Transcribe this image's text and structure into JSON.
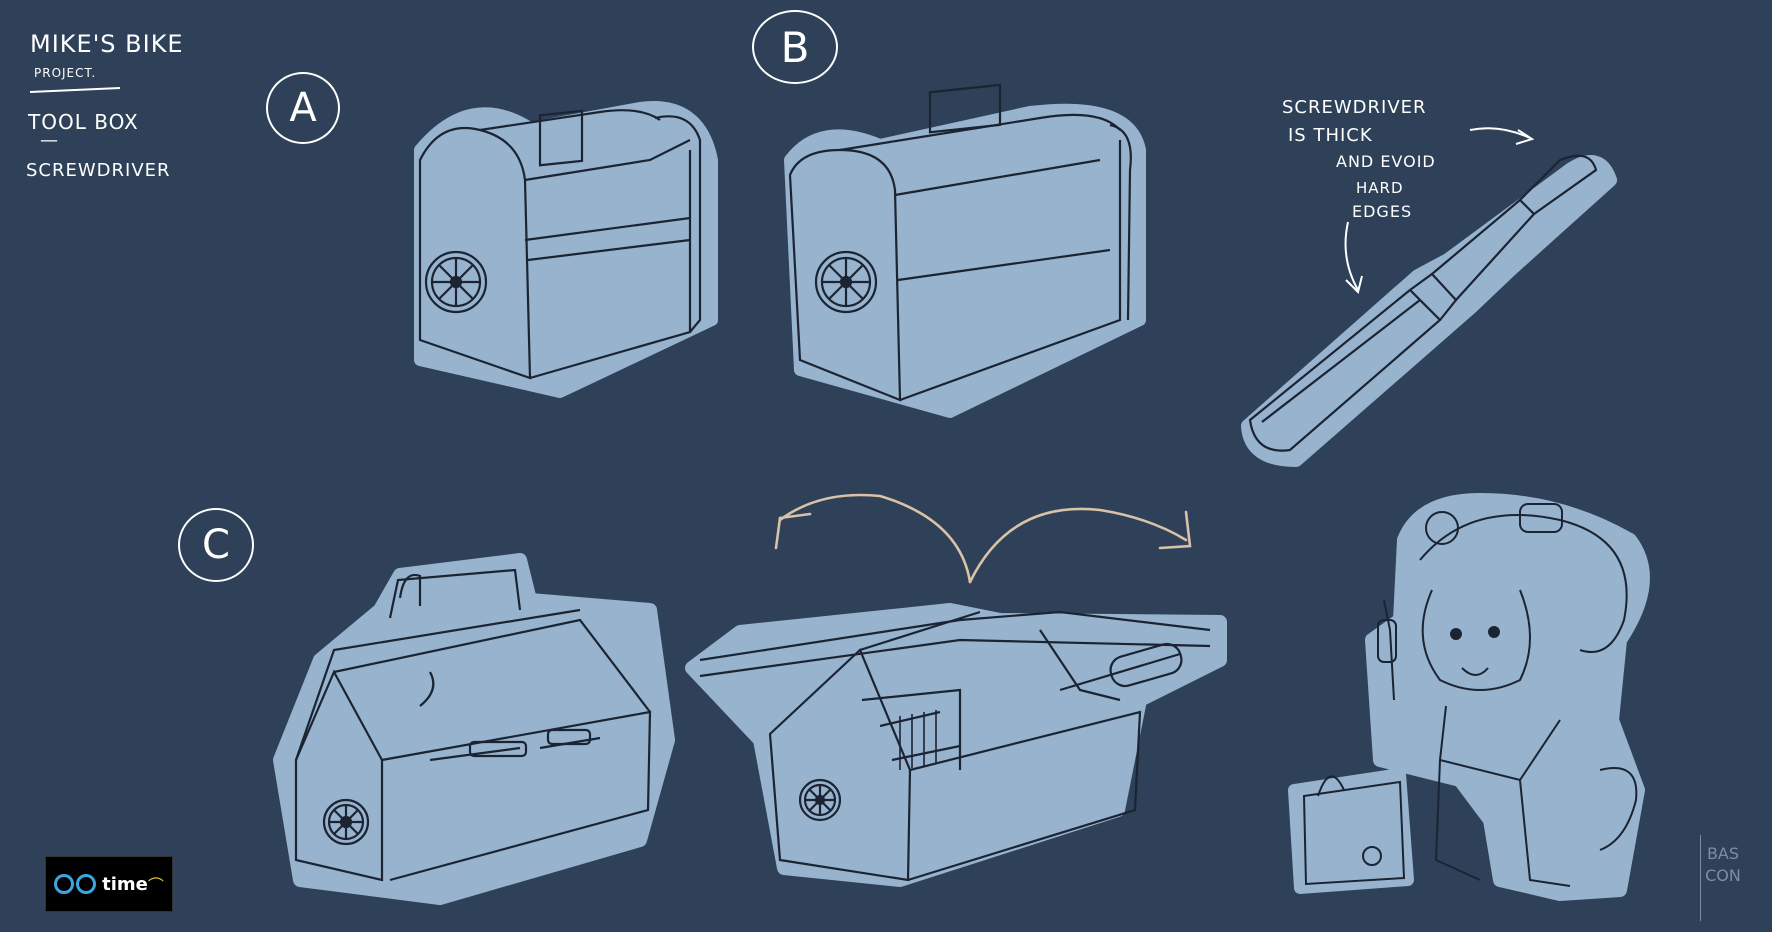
{
  "notes": {
    "title": "MIKE'S BIKE",
    "subtitle": "PROJECT.",
    "item_toolbox": "TOOL BOX",
    "separator": "—",
    "item_screwdriver": "SCREWDRIVER"
  },
  "variant_labels": {
    "a": "A",
    "b": "B",
    "c": "C"
  },
  "screwdriver_note": {
    "line1": "SCREWDRIVER",
    "line2": "IS THICK",
    "line3": "AND EVOID",
    "line4": "HARD",
    "line5": "EDGES"
  },
  "logo": {
    "text": "time"
  },
  "signature": {
    "line1": "BAS",
    "line2": "CON"
  },
  "colors": {
    "background": "#2e4158",
    "sketch_fill": "#98b3cd",
    "ink": "#1b2433",
    "arrow": "#d9c2a8"
  }
}
